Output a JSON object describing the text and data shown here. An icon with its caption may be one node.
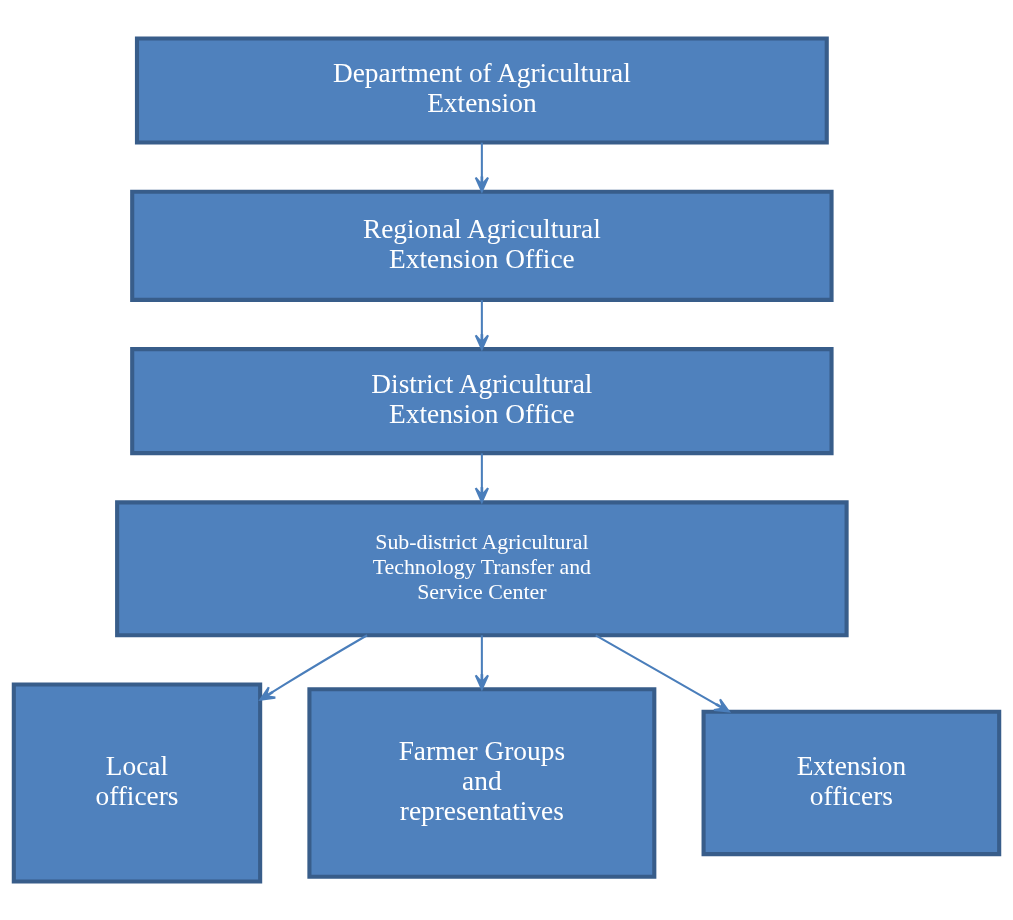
{
  "diagram": {
    "nodes": [
      {
        "text": [
          "Department of Agricultural Extension"
        ]
      },
      {
        "text": [
          "Regional Agricultural Extension Office"
        ]
      },
      {
        "text": [
          "District Agricultural Extension Office"
        ]
      },
      {
        "text": [
          "Sub-district Agricultural Technology Transfer and Service Center"
        ]
      },
      {
        "text": [
          "Local officers"
        ]
      },
      {
        "text": [
          "Farmer Groups and representatives"
        ]
      },
      {
        "text": [
          "Extension officers"
        ]
      }
    ],
    "edges": [
      {
        "from": 0,
        "to": 1,
        "arrow": "to"
      },
      {
        "from": 1,
        "to": 2,
        "arrow": "to"
      },
      {
        "from": 2,
        "to": 3,
        "arrow": "to"
      },
      {
        "from": 3,
        "to": 4,
        "arrow": "to"
      },
      {
        "from": 3,
        "to": 5,
        "arrow": "to"
      },
      {
        "from": 3,
        "to": 6,
        "arrow": "to"
      }
    ]
  }
}
